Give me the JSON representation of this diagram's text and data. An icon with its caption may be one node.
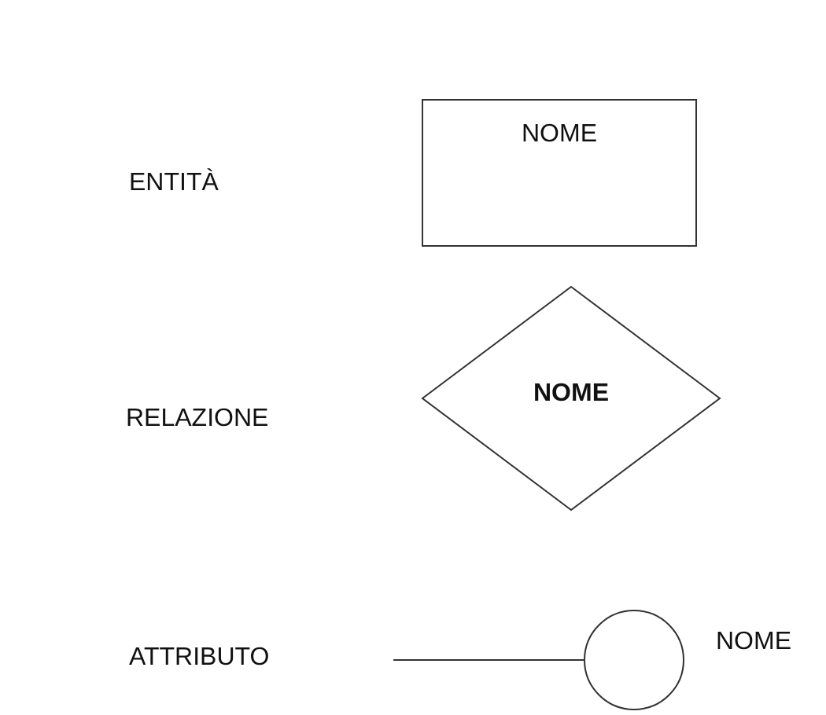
{
  "diagram": {
    "nodes": [
      {
        "text": [
          "NOME"
        ]
      },
      {
        "text": [
          "NOME"
        ]
      },
      {
        "text": [],
        "shape": "circle",
        "beside": [
          "NOME"
        ]
      }
    ],
    "edges": [
      {
        "from": null,
        "to": 2,
        "arrow": "none"
      }
    ],
    "labels": [
      "ENTITÀ",
      "RELAZIONE",
      "ATTRIBUTO"
    ]
  }
}
